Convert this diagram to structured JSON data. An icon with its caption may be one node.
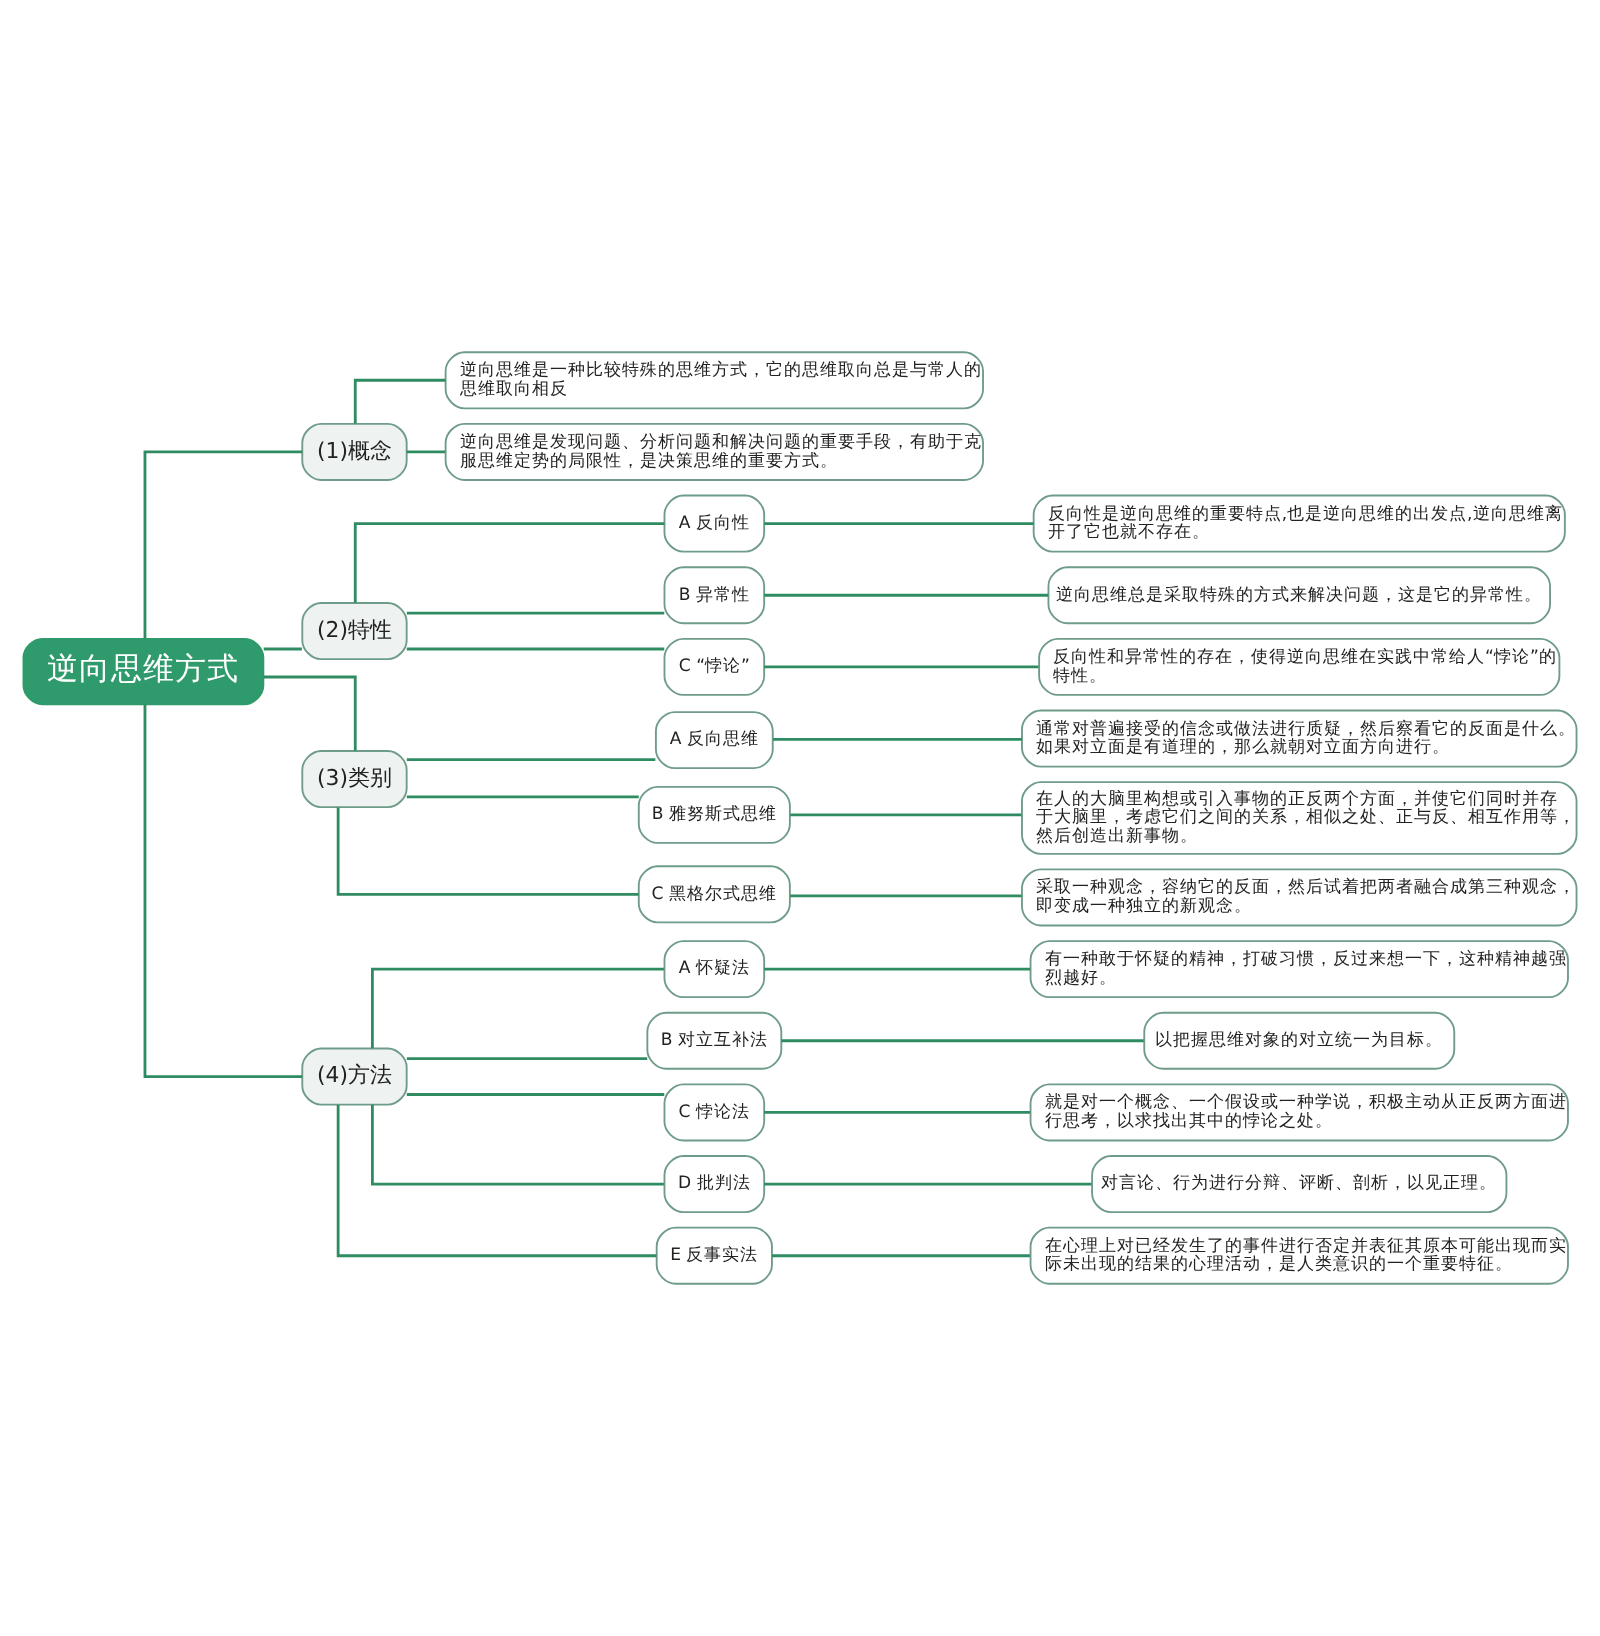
{
  "diagram": {
    "nodes": [
      {
        "text": [
          "逆向思维方式"
        ]
      },
      {
        "text": [
          "(1)概念"
        ]
      },
      {
        "text": [
          "逆向思维是一种比较特殊的思维方式，它的思维取向总是与常人的思维取向相反"
        ]
      },
      {
        "text": [
          "逆向思维是发现问题、分析问题和解决问题的重要手段，有助于克服思维定势的局限性，是决策思维的重要方式。"
        ]
      },
      {
        "text": [
          "(2)特性"
        ]
      },
      {
        "text": [
          "A 反向性"
        ]
      },
      {
        "text": [
          "反向性是逆向思维的重要特点,也是逆向思维的出发点,逆向思维离开了它也就不存在。"
        ]
      },
      {
        "text": [
          "B 异常性"
        ]
      },
      {
        "text": [
          "逆向思维总是采取特殊的方式来解决问题，这是它的异常性。"
        ]
      },
      {
        "text": [
          "C “悖论”"
        ]
      },
      {
        "text": [
          "反向性和异常性的存在，使得逆向思维在实践中常给人“悖论”的特性。"
        ]
      },
      {
        "text": [
          "(3)类别"
        ]
      },
      {
        "text": [
          "A 反向思维"
        ]
      },
      {
        "text": [
          "通常对普遍接受的信念或做法进行质疑，然后察看它的反面是什么。如果对立面是有道理的，那么就朝对立面方向进行。"
        ]
      },
      {
        "text": [
          "B 雅努斯式思维"
        ]
      },
      {
        "text": [
          "在人的大脑里构想或引入事物的正反两个方面，并使它们同时并存于大脑里，考虑它们之间的关系，相似之处、正与反、相互作用等，然后创造出新事物。"
        ]
      },
      {
        "text": [
          "C 黑格尔式思维"
        ]
      },
      {
        "text": [
          "采取一种观念，容纳它的反面，然后试着把两者融合成第三种观念，即变成一种独立的新观念。"
        ]
      },
      {
        "text": [
          "(4)方法"
        ]
      },
      {
        "text": [
          "A 怀疑法"
        ]
      },
      {
        "text": [
          "有一种敢于怀疑的精神，打破习惯，反过来想一下，这种精神越强烈越好。"
        ]
      },
      {
        "text": [
          "B 对立互补法"
        ]
      },
      {
        "text": [
          "以把握思维对象的对立统一为目标。"
        ]
      },
      {
        "text": [
          "C 悖论法"
        ]
      },
      {
        "text": [
          "就是对一个概念、一个假设或一种学说，积极主动从正反两方面进行思考，以求找出其中的悖论之处。"
        ]
      },
      {
        "text": [
          "D 批判法"
        ]
      },
      {
        "text": [
          "对言论、行为进行分辩、评断、剖析，以见正理。"
        ]
      },
      {
        "text": [
          "E 反事实法"
        ]
      },
      {
        "text": [
          "在心理上对已经发生了的事件进行否定并表征其原本可能出现而实际未出现的结果的心理活动，是人类意识的一个重要特征。"
        ]
      }
    ],
    "edges": [
      {
        "from": 0,
        "to": 1,
        "arrow": "none"
      },
      {
        "from": 1,
        "to": 2,
        "arrow": "none"
      },
      {
        "from": 1,
        "to": 3,
        "arrow": "none"
      },
      {
        "from": 0,
        "to": 4,
        "arrow": "none"
      },
      {
        "from": 4,
        "to": 5,
        "arrow": "none"
      },
      {
        "from": 5,
        "to": 6,
        "arrow": "none"
      },
      {
        "from": 4,
        "to": 7,
        "arrow": "none"
      },
      {
        "from": 7,
        "to": 8,
        "arrow": "none"
      },
      {
        "from": 4,
        "to": 9,
        "arrow": "none"
      },
      {
        "from": 9,
        "to": 10,
        "arrow": "none"
      },
      {
        "from": 0,
        "to": 11,
        "arrow": "none"
      },
      {
        "from": 11,
        "to": 12,
        "arrow": "none"
      },
      {
        "from": 12,
        "to": 13,
        "arrow": "none"
      },
      {
        "from": 11,
        "to": 14,
        "arrow": "none"
      },
      {
        "from": 14,
        "to": 15,
        "arrow": "none"
      },
      {
        "from": 11,
        "to": 16,
        "arrow": "none"
      },
      {
        "from": 16,
        "to": 17,
        "arrow": "none"
      },
      {
        "from": 0,
        "to": 18,
        "arrow": "none"
      },
      {
        "from": 18,
        "to": 19,
        "arrow": "none"
      },
      {
        "from": 19,
        "to": 20,
        "arrow": "none"
      },
      {
        "from": 18,
        "to": 21,
        "arrow": "none"
      },
      {
        "from": 21,
        "to": 22,
        "arrow": "none"
      },
      {
        "from": 18,
        "to": 23,
        "arrow": "none"
      },
      {
        "from": 23,
        "to": 24,
        "arrow": "none"
      },
      {
        "from": 18,
        "to": 25,
        "arrow": "none"
      },
      {
        "from": 25,
        "to": 26,
        "arrow": "none"
      },
      {
        "from": 18,
        "to": 27,
        "arrow": "none"
      },
      {
        "from": 27,
        "to": 28,
        "arrow": "none"
      }
    ]
  }
}
